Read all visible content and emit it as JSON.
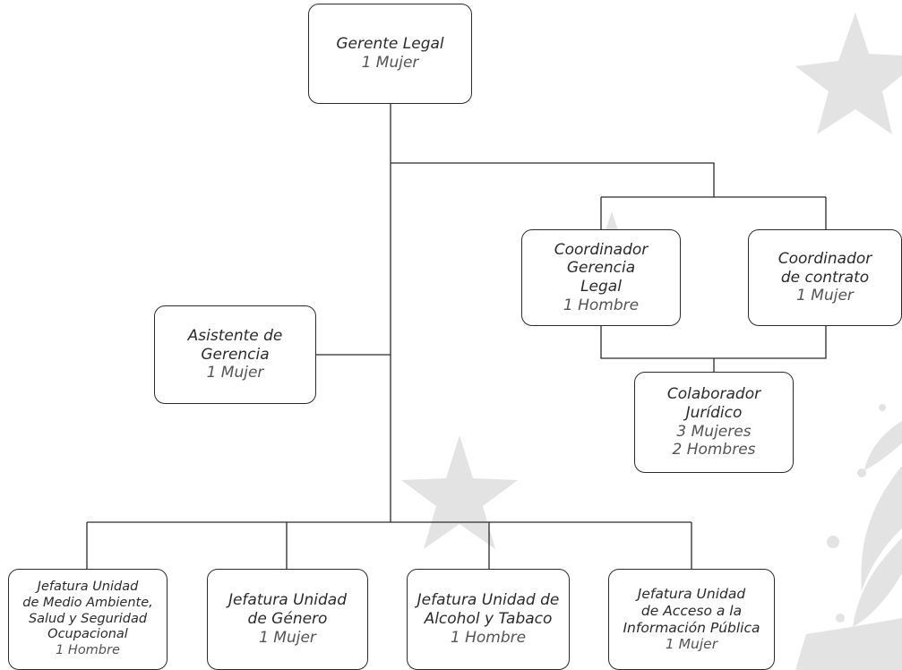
{
  "chart_title": "",
  "colors": {
    "line": "#2b2b2b",
    "text": "#2b2b2b",
    "count_text": "#555555",
    "decoration": "#e3e3e3"
  },
  "decorations": [
    "star-shape",
    "star-shape",
    "star-shape",
    "star-shape",
    "leaf-branch"
  ],
  "nodes": {
    "gerente": {
      "lines": [
        "Gerente Legal"
      ],
      "count": [
        "1 Mujer"
      ]
    },
    "coord_ger": {
      "lines": [
        "Coordinador",
        "Gerencia",
        "Legal"
      ],
      "count": [
        "1 Hombre"
      ]
    },
    "coord_con": {
      "lines": [
        "Coordinador",
        "de contrato"
      ],
      "count": [
        "1 Mujer"
      ]
    },
    "asistente": {
      "lines": [
        "Asistente de",
        "Gerencia"
      ],
      "count": [
        "1 Mujer"
      ]
    },
    "colaborador": {
      "lines": [
        "Colaborador",
        "Jurídico"
      ],
      "count": [
        "3 Mujeres",
        "2 Hombres"
      ]
    },
    "jef_medio": {
      "lines": [
        "Jefatura Unidad",
        "de Medio Ambiente,",
        "Salud y Seguridad",
        "Ocupacional"
      ],
      "count": [
        "1 Hombre"
      ]
    },
    "jef_genero": {
      "lines": [
        "Jefatura Unidad",
        "de Género"
      ],
      "count": [
        "1 Mujer"
      ]
    },
    "jef_alcohol": {
      "lines": [
        "Jefatura Unidad de",
        "Alcohol y Tabaco"
      ],
      "count": [
        "1 Hombre"
      ]
    },
    "jef_acceso": {
      "lines": [
        "Jefatura Unidad",
        "de Acceso a la",
        "Información Pública"
      ],
      "count": [
        "1 Mujer"
      ]
    }
  },
  "edges": [
    [
      "gerente",
      "asistente"
    ],
    [
      "gerente",
      "coord_ger"
    ],
    [
      "gerente",
      "coord_con"
    ],
    [
      "coord_ger",
      "colaborador"
    ],
    [
      "coord_con",
      "colaborador"
    ],
    [
      "gerente",
      "jef_medio"
    ],
    [
      "gerente",
      "jef_genero"
    ],
    [
      "gerente",
      "jef_alcohol"
    ],
    [
      "gerente",
      "jef_acceso"
    ]
  ]
}
